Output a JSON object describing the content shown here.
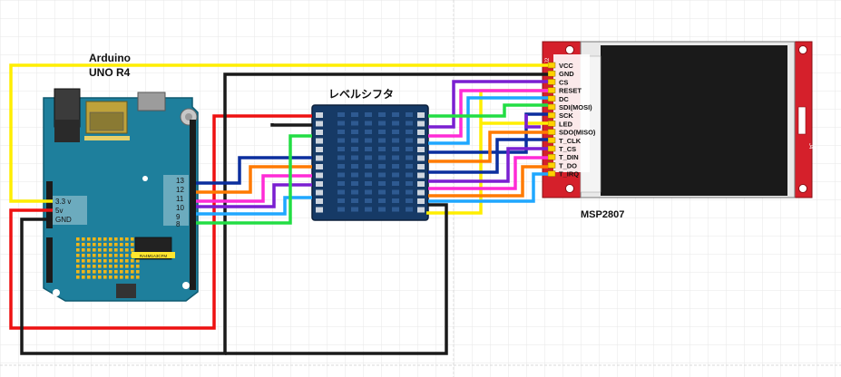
{
  "labels": {
    "arduino_line1": "Arduino",
    "arduino_line2": "UNO R4",
    "level_shifter": "レベルシフタ",
    "display": "MSP2807"
  },
  "arduino": {
    "power_pins": [
      "3.3 v",
      "5v",
      "GND"
    ],
    "digital_pins": [
      "13",
      "12",
      "11",
      "10",
      "9",
      "8"
    ],
    "chip_text": "RA4M1A3CFM"
  },
  "display_pins": [
    "VCC",
    "GND",
    "CS",
    "RESET",
    "DC",
    "SDI(MOSI)",
    "SCK",
    "LED",
    "SDO(MISO)",
    "T_CLK",
    "T_CS",
    "T_DIN",
    "T_DO",
    "T_IRQ"
  ],
  "display_marks": {
    "j2": "J2",
    "j4": "J4"
  },
  "colors": {
    "board": "#1e7f9c",
    "pcb_red": "#d5202b",
    "shifter": "#163a66",
    "yellow": "#ffee00",
    "black": "#1a1a1a",
    "red": "#ee1111",
    "blue": "#0b2e9e",
    "orange": "#ff7a00",
    "magenta": "#ff2bd6",
    "purple": "#7a1fd1",
    "cyan": "#1fa7ff",
    "green": "#22dd44"
  }
}
